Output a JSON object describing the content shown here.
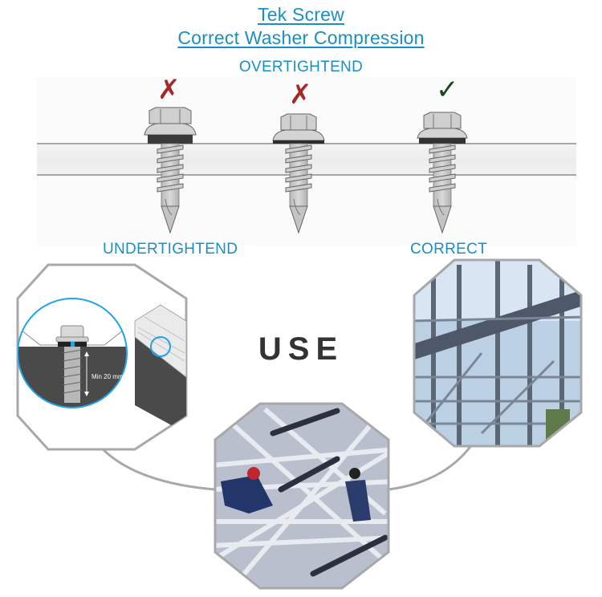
{
  "header": {
    "title_line1": "Tek Screw ",
    "title_line2": "Correct Washer Compression"
  },
  "diagram": {
    "screws": [
      {
        "label": "UNDERTIGHTEND",
        "status": "incorrect",
        "mark_icon": "cross-mark-icon",
        "mark_glyph": "✗"
      },
      {
        "label": "OVERTIGHTEND",
        "status": "incorrect",
        "mark_icon": "cross-mark-icon",
        "mark_glyph": "✗"
      },
      {
        "label": "CORRECT",
        "status": "correct",
        "mark_icon": "check-mark-icon",
        "mark_glyph": "✓"
      }
    ],
    "colors": {
      "label_blue": "#1a8fc4",
      "cross_red": "#a52a25",
      "check_green": "#174a22",
      "washer_dark": "#3a3a3a",
      "screw_gray": "#c8c8c8"
    }
  },
  "use_section": {
    "heading": "USE",
    "panels": [
      {
        "name": "roof-installation-detail",
        "annotation": "Min 20 mm"
      },
      {
        "name": "steel-frame-building-photo"
      },
      {
        "name": "space-truss-workers-photo"
      }
    ]
  }
}
